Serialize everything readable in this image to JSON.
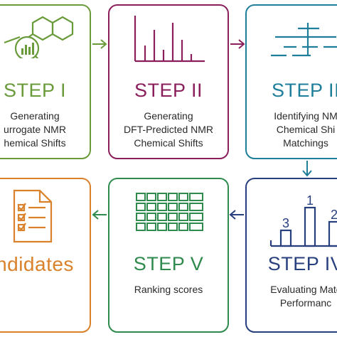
{
  "colors": {
    "step1": "#6a9b3a",
    "step2": "#8a1f5c",
    "step3": "#1f7e9a",
    "step4": "#283f7e",
    "step5": "#2f8a4e",
    "step6": "#d9822b",
    "arrow": "#6a9b3a"
  },
  "steps": [
    {
      "title": "STEP I",
      "lines": [
        "Generating",
        "urrogate NMR",
        "hemical Shifts"
      ],
      "icon": "molecule-chart-icon"
    },
    {
      "title": "STEP II",
      "lines": [
        "Generating",
        "DFT-Predicted NMR",
        "Chemical Shifts"
      ],
      "icon": "bar-chart-icon"
    },
    {
      "title": "STEP II",
      "lines": [
        "Identifying NM",
        "Chemical Shi",
        "Matchings"
      ],
      "icon": "shift-matching-icon"
    },
    {
      "title": "STEP IV",
      "lines": [
        "Evaluating Matc",
        "Performanc"
      ],
      "icon": "ranked-bars-icon",
      "bar_labels": [
        "3",
        "1",
        "2"
      ]
    },
    {
      "title": "STEP V",
      "lines": [
        "Ranking scores"
      ],
      "icon": "score-grid-icon"
    },
    {
      "title": "ndidates",
      "lines": [],
      "icon": "checklist-document-icon"
    }
  ]
}
